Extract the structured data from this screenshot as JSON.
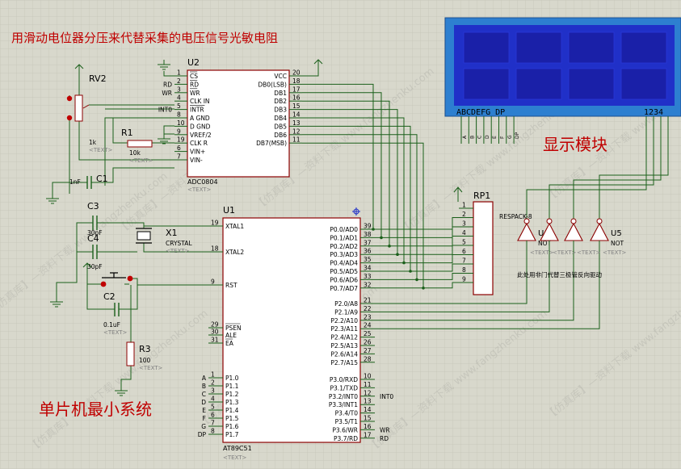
{
  "annotations": {
    "title": "用滑动电位器分压来代替采集的电压信号光敏电阻",
    "display_label": "显示模块",
    "mcu_label": "单片机最小系统",
    "inverter_note": "此处用非门代替三极管反向驱动"
  },
  "parts": {
    "u2": {
      "ref": "U2",
      "name": "ADC0804",
      "tag": "<TEXT>",
      "left_pins": [
        {
          "n": "1",
          "label": "CS",
          "over": true,
          "net": ""
        },
        {
          "n": "2",
          "label": "RD",
          "over": true,
          "net": "RD"
        },
        {
          "n": "3",
          "label": "WR",
          "over": true,
          "net": "WR"
        },
        {
          "n": "4",
          "label": "CLK IN",
          "over": false,
          "net": ""
        },
        {
          "n": "5",
          "label": "INTR",
          "over": true,
          "net": "INT0"
        },
        {
          "n": "8",
          "label": "A GND",
          "over": false,
          "net": ""
        },
        {
          "n": "10",
          "label": "D GND",
          "over": false,
          "net": ""
        },
        {
          "n": "9",
          "label": "VREF/2",
          "over": false,
          "net": ""
        },
        {
          "n": "19",
          "label": "CLK R",
          "over": false,
          "net": ""
        },
        {
          "n": "6",
          "label": "VIN+",
          "over": false,
          "net": ""
        },
        {
          "n": "7",
          "label": "VIN-",
          "over": false,
          "net": ""
        }
      ],
      "right_pins": [
        {
          "n": "20",
          "label": "VCC"
        },
        {
          "n": "18",
          "label": "DB0(LSB)"
        },
        {
          "n": "17",
          "label": "DB1"
        },
        {
          "n": "16",
          "label": "DB2"
        },
        {
          "n": "15",
          "label": "DB3"
        },
        {
          "n": "14",
          "label": "DB4"
        },
        {
          "n": "13",
          "label": "DB5"
        },
        {
          "n": "12",
          "label": "DB6"
        },
        {
          "n": "11",
          "label": "DB7(MSB)"
        }
      ]
    },
    "u1": {
      "ref": "U1",
      "name": "AT89C51",
      "tag": "<TEXT>",
      "left_pins": [
        {
          "n": "19",
          "label": "XTAL1",
          "over": false,
          "net": ""
        },
        {
          "n": "18",
          "label": "XTAL2",
          "over": false,
          "net": ""
        },
        {
          "n": "9",
          "label": "RST",
          "over": false,
          "net": ""
        },
        {
          "n": "29",
          "label": "PSEN",
          "over": true,
          "net": ""
        },
        {
          "n": "30",
          "label": "ALE",
          "over": false,
          "net": ""
        },
        {
          "n": "31",
          "label": "EA",
          "over": true,
          "net": ""
        },
        {
          "n": "1",
          "label": "P1.0",
          "over": false,
          "net": "A"
        },
        {
          "n": "2",
          "label": "P1.1",
          "over": false,
          "net": "B"
        },
        {
          "n": "3",
          "label": "P1.2",
          "over": false,
          "net": "C"
        },
        {
          "n": "4",
          "label": "P1.3",
          "over": false,
          "net": "D"
        },
        {
          "n": "5",
          "label": "P1.4",
          "over": false,
          "net": "E"
        },
        {
          "n": "6",
          "label": "P1.5",
          "over": false,
          "net": "F"
        },
        {
          "n": "7",
          "label": "P1.6",
          "over": false,
          "net": "G"
        },
        {
          "n": "8",
          "label": "P1.7",
          "over": false,
          "net": "DP"
        }
      ],
      "right_pins": [
        {
          "n": "39",
          "label": "P0.0/AD0",
          "net": ""
        },
        {
          "n": "38",
          "label": "P0.1/AD1",
          "net": ""
        },
        {
          "n": "37",
          "label": "P0.2/AD2",
          "net": ""
        },
        {
          "n": "36",
          "label": "P0.3/AD3",
          "net": ""
        },
        {
          "n": "35",
          "label": "P0.4/AD4",
          "net": ""
        },
        {
          "n": "34",
          "label": "P0.5/AD5",
          "net": ""
        },
        {
          "n": "33",
          "label": "P0.6/AD6",
          "net": ""
        },
        {
          "n": "32",
          "label": "P0.7/AD7",
          "net": ""
        },
        {
          "n": "21",
          "label": "P2.0/A8",
          "net": ""
        },
        {
          "n": "22",
          "label": "P2.1/A9",
          "net": ""
        },
        {
          "n": "23",
          "label": "P2.2/A10",
          "net": ""
        },
        {
          "n": "24",
          "label": "P2.3/A11",
          "net": ""
        },
        {
          "n": "25",
          "label": "P2.4/A12",
          "net": ""
        },
        {
          "n": "26",
          "label": "P2.5/A13",
          "net": ""
        },
        {
          "n": "27",
          "label": "P2.6/A14",
          "net": ""
        },
        {
          "n": "28",
          "label": "P2.7/A15",
          "net": ""
        },
        {
          "n": "10",
          "label": "P3.0/RXD",
          "net": ""
        },
        {
          "n": "11",
          "label": "P3.1/TXD",
          "net": ""
        },
        {
          "n": "12",
          "label": "P3.2/INT0",
          "net": "INT0"
        },
        {
          "n": "13",
          "label": "P3.3/INT1",
          "net": ""
        },
        {
          "n": "14",
          "label": "P3.4/T0",
          "net": ""
        },
        {
          "n": "15",
          "label": "P3.5/T1",
          "net": ""
        },
        {
          "n": "16",
          "label": "P3.6/WR",
          "net": "WR"
        },
        {
          "n": "17",
          "label": "P3.7/RD",
          "net": "RD"
        }
      ]
    },
    "rp1": {
      "ref": "RP1",
      "name": "RESPACK-8",
      "pins": [
        "1",
        "2",
        "3",
        "4",
        "5",
        "6",
        "7",
        "8",
        "9"
      ]
    },
    "rv2": {
      "ref": "RV2",
      "value": "1k",
      "tag": "<TEXT>"
    },
    "r1": {
      "ref": "R1",
      "value": "10k",
      "tag": "<TEXT>"
    },
    "c1": {
      "ref": "C1",
      "value": "1nF"
    },
    "c3": {
      "ref": "C3",
      "value": "30pF"
    },
    "c4": {
      "ref": "C4",
      "value": "30pF"
    },
    "x1": {
      "ref": "X1",
      "value": "CRYSTAL",
      "tag": "<TEXT>"
    },
    "c2": {
      "ref": "C2",
      "value": "0.1uF",
      "tag": "<TEXT>"
    },
    "r3": {
      "ref": "R3",
      "value": "100",
      "tag": "<TEXT>"
    },
    "inverters": [
      {
        "ref": "U6",
        "value": "NOT",
        "tag": "<TEXT>"
      },
      {
        "ref": "",
        "value": "",
        "tag": "<TEXT>"
      },
      {
        "ref": "",
        "value": "",
        "tag": "<TEXT>"
      },
      {
        "ref": "U5",
        "value": "NOT",
        "tag": "<TEXT>"
      }
    ],
    "lcd": {
      "segments": "ABCDEFG DP",
      "digits": "1234",
      "pin_letters": [
        "A",
        "B",
        "C",
        "D",
        "E",
        "F",
        "G",
        "DP"
      ]
    }
  },
  "watermark": "【仿真库】—资料下载 www.fangzhenku.com",
  "colors": {
    "background": "#d8d8cc",
    "grid": "#c4c4b6",
    "wire": "#1a5f1a",
    "body_fill": "#ffffff",
    "body_stroke": "#8b0000",
    "pin_number": "#000000",
    "label_red": "#c00000",
    "lcd_frame": "#2d7fd0",
    "lcd_screen": "#2030c8",
    "lcd_cell": "#1a20a8",
    "text_gray": "#808080"
  }
}
